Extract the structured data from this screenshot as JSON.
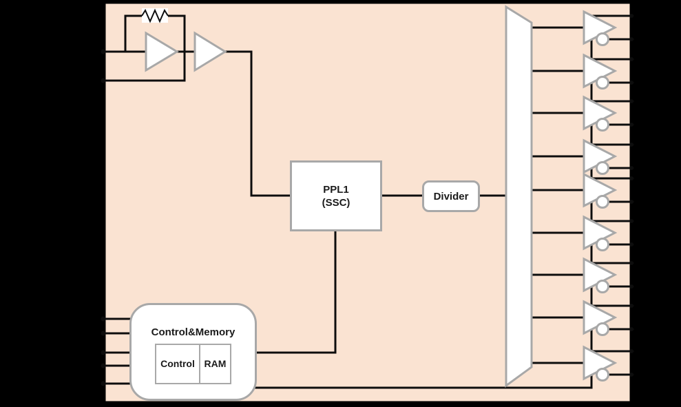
{
  "diagram": {
    "type": "clock-generator-block-diagram",
    "blocks": {
      "pll": {
        "line1": "PPL1",
        "line2": "(SSC)"
      },
      "divider": {
        "label": "Divider"
      },
      "control_memory": {
        "title": "Control&Memory",
        "control_label": "Control",
        "ram_label": "RAM"
      }
    },
    "components": {
      "oscillator": {
        "feedback_resistor": "resistor-zigzag-icon",
        "amplifiers": [
          "oscillator-amp-icon",
          "oscillator-buffer-icon"
        ]
      },
      "fanout_mux": "mux-trapezoid-icon",
      "output_buffers": {
        "count": 9,
        "symbol": "buffer-triangle-with-inversion-bubble",
        "y_centers": [
          40,
          103,
          164,
          227,
          276,
          338,
          399,
          461,
          527
        ]
      }
    },
    "pins": {
      "left_oscillator_y": [
        75,
        117
      ],
      "left_control_y": [
        463,
        484,
        512,
        531,
        557
      ],
      "outputs_per_buffer": 2
    },
    "colors": {
      "background": "#000000",
      "chip_fill": "#fae3d2",
      "wire": "#0d0d0d",
      "box_border": "#a8a8a8",
      "box_fill": "#ffffff",
      "text": "#1a1a1a"
    }
  }
}
